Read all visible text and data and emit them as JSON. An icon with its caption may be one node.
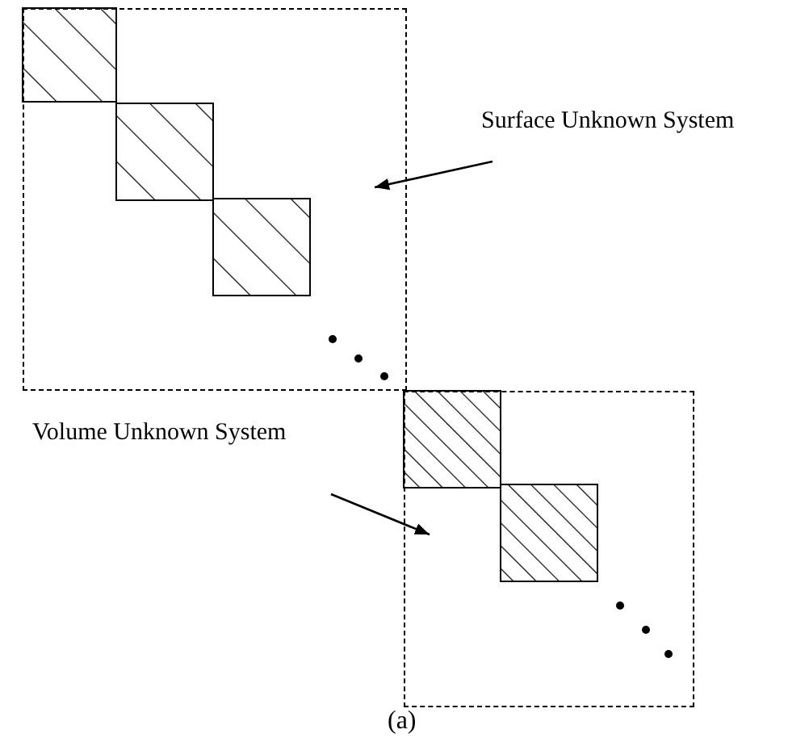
{
  "diagram": {
    "caption": "(a)",
    "nodes": [
      {
        "text": [],
        "shape": "box"
      },
      {
        "text": [
          "Surface Unknown System"
        ]
      },
      {
        "text": [],
        "shape": "box"
      },
      {
        "text": [
          "Volume Unknown System"
        ]
      }
    ],
    "edges": [
      {
        "from": 1,
        "to": 0,
        "arrow": "to"
      },
      {
        "from": 3,
        "to": 2,
        "arrow": "to"
      }
    ]
  }
}
